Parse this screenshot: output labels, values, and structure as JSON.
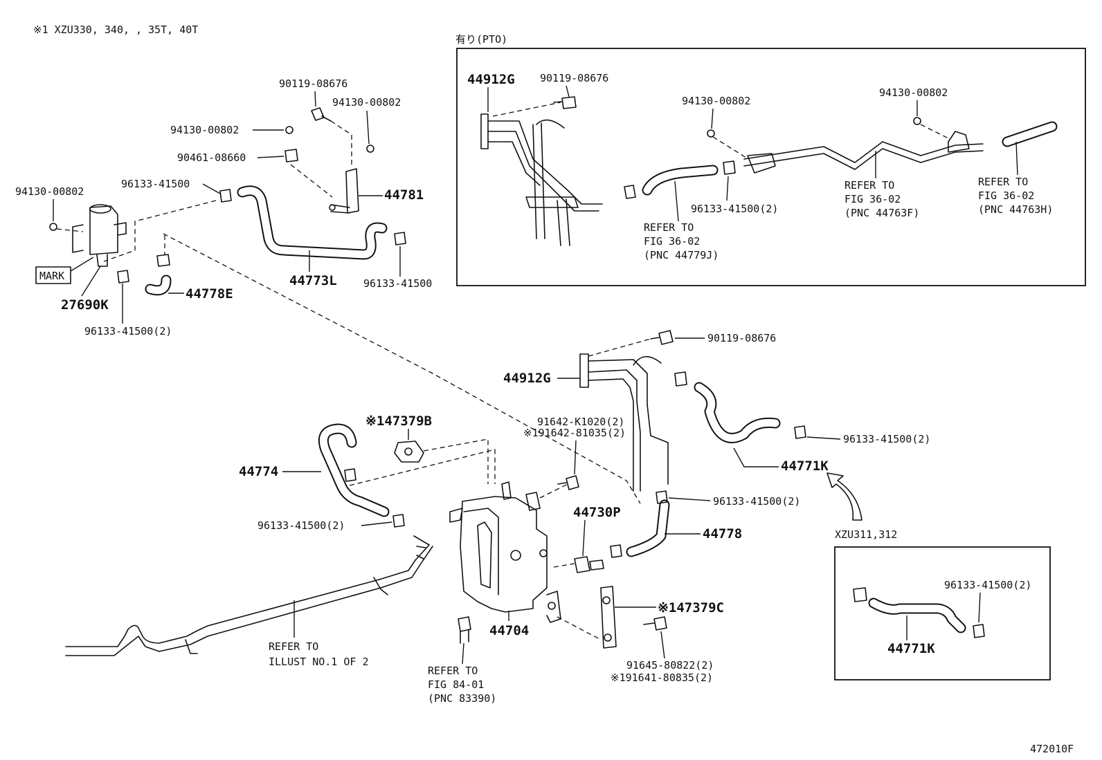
{
  "header": {
    "note": "※1 XZU330, 340, , 35T, 40T",
    "pto_box_title": "有り(PTO)",
    "figure_code": "472010F"
  },
  "labels": {
    "l_90119_a": "90119-08676",
    "l_94130_a": "94130-00802",
    "l_94130_b": "94130-00802",
    "l_90461": "90461-08660",
    "l_96133_a": "96133-41500",
    "l_44781": "44781",
    "l_94130_c": "94130-00802",
    "l_mark": "MARK",
    "l_27690K": "27690K",
    "l_44778E": "44778E",
    "l_44773L": "44773L",
    "l_96133_b": "96133-41500",
    "l_96133_c": "96133-41500(2)",
    "pto_44912G": "44912G",
    "pto_90119": "90119-08676",
    "pto_94130_a": "94130-00802",
    "pto_94130_b": "94130-00802",
    "pto_96133": "96133-41500(2)",
    "pto_ref1_a": "REFER TO",
    "pto_ref1_b": "FIG 36-02",
    "pto_ref1_c": "(PNC 44779J)",
    "pto_ref2_a": "REFER TO",
    "pto_ref2_b": "FIG 36-02",
    "pto_ref2_c": "(PNC 44763F)",
    "pto_ref3_a": "REFER TO",
    "pto_ref3_b": "FIG 36-02",
    "pto_ref3_c": "(PNC 44763H)",
    "m_90119": "90119-08676",
    "m_44912G": "44912G",
    "m_96133_a": "96133-41500(2)",
    "m_44771K": "44771K",
    "m_91642_a": "91642-K1020(2)",
    "m_91642_b": "※191642-81035(2)",
    "m_47379B": "※147379B",
    "m_44774": "44774",
    "m_96133_b": "96133-41500(2)",
    "m_96133_c": "96133-41500(2)",
    "m_44730P": "44730P",
    "m_44778": "44778",
    "m_47379C": "※147379C",
    "m_44704": "44704",
    "m_91645": "91645-80822(2)",
    "m_91641": "※191641-80835(2)",
    "ref_illust_a": "REFER TO",
    "ref_illust_b": "ILLUST NO.1 OF 2",
    "ref_fig84_a": "REFER TO",
    "ref_fig84_b": "FIG 84-01",
    "ref_fig84_c": "(PNC 83390)",
    "xzu_title": "XZU311,312",
    "xzu_96133": "96133-41500(2)",
    "xzu_44771K": "44771K"
  }
}
